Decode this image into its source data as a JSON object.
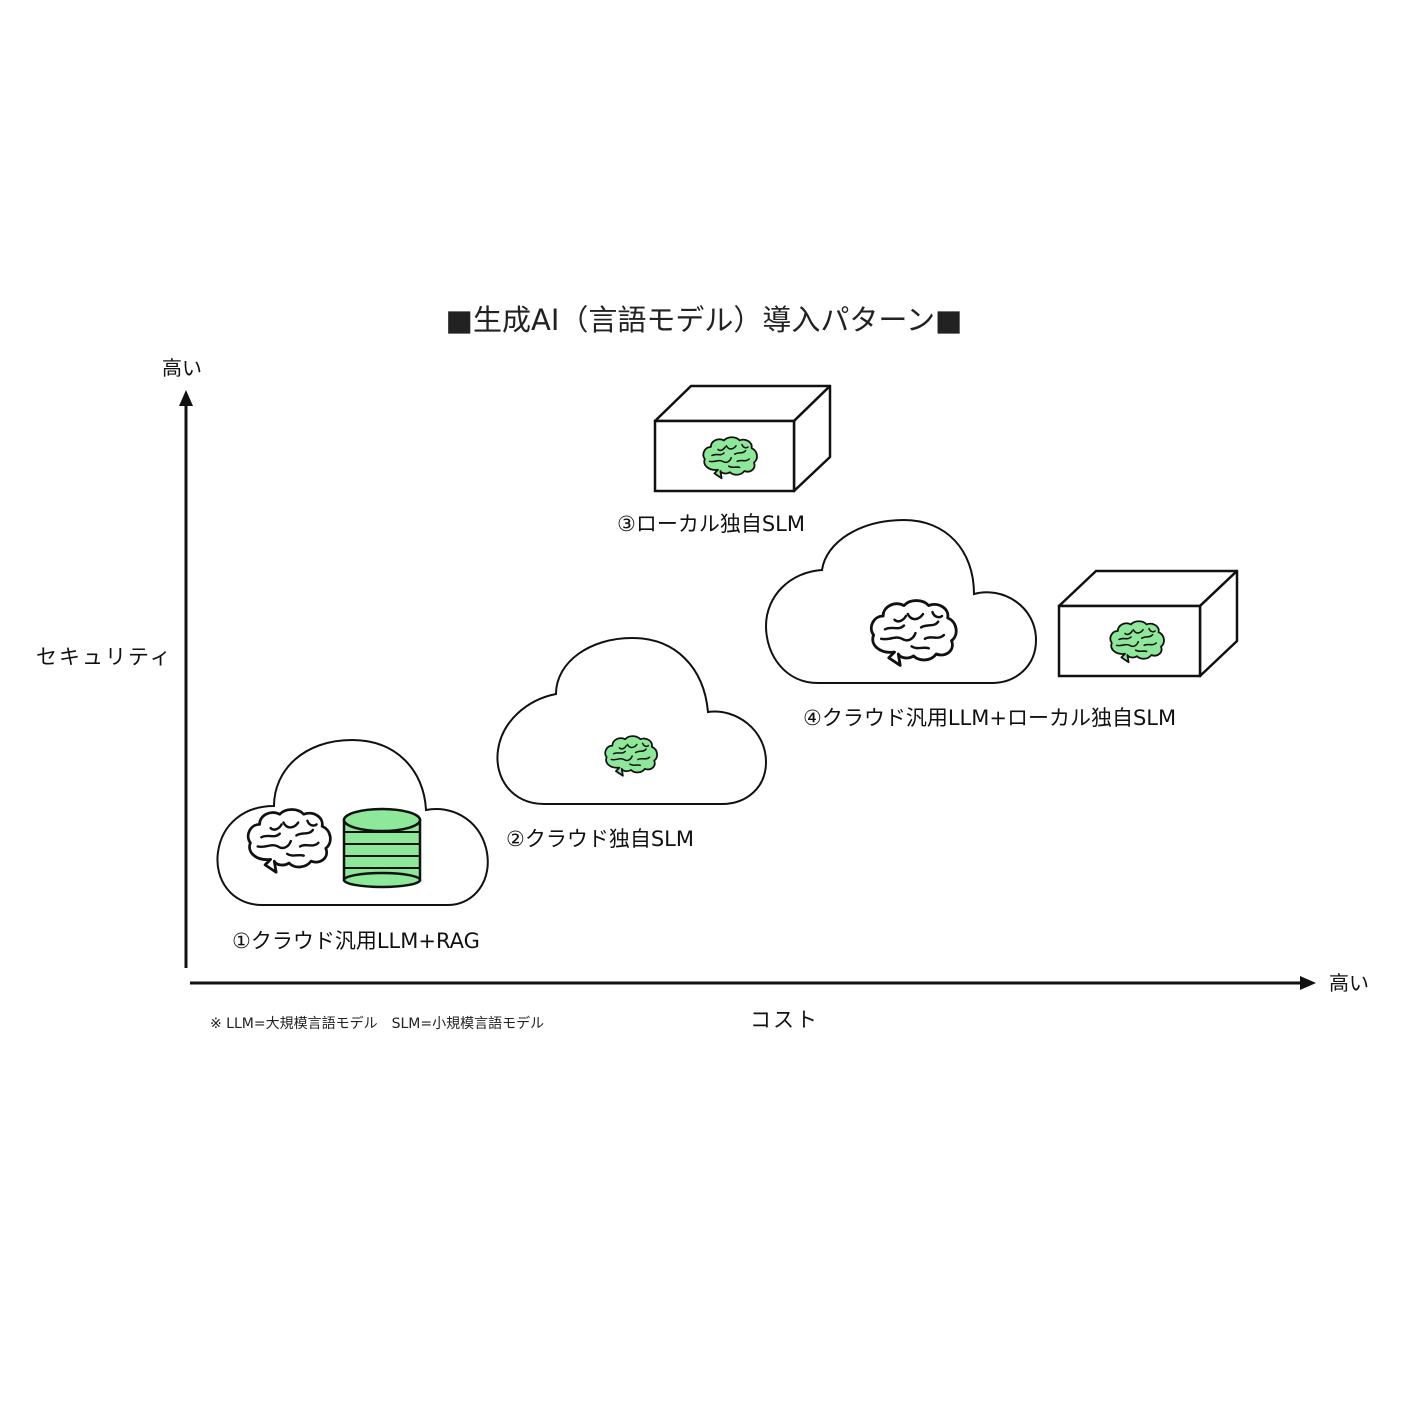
{
  "title": "■生成AI（言語モデル）導入パターン■",
  "axes": {
    "y_label": "セキュリティ",
    "y_high_label": "高い",
    "x_label": "コスト",
    "x_high_label": "高い"
  },
  "patterns": [
    {
      "label": "①クラウド汎用LLM+RAG",
      "elements": [
        "cloud-icon",
        "brain-icon",
        "database-icon"
      ]
    },
    {
      "label": "②クラウド独自SLM",
      "elements": [
        "cloud-icon",
        "brain-icon"
      ]
    },
    {
      "label": "③ローカル独自SLM",
      "elements": [
        "server-box-icon",
        "brain-icon"
      ]
    },
    {
      "label": "④クラウド汎用LLM+ローカル独自SLM",
      "elements": [
        "cloud-icon",
        "brain-icon",
        "server-box-icon",
        "brain-icon"
      ]
    }
  ],
  "footnote": "※ LLM=大規模言語モデル　SLM=小規模言語モデル",
  "colors": {
    "accent_green": "#8ee89a",
    "line": "#111111",
    "background": "#ffffff"
  }
}
